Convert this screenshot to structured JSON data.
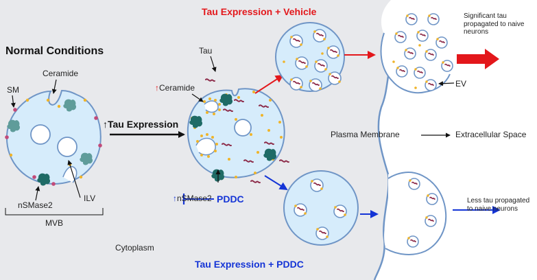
{
  "labels": {
    "normal_conditions": "Normal Conditions",
    "sm": "SM",
    "ceramide": "Ceramide",
    "nsmase2": "nSMase2",
    "ilv": "ILV",
    "mvb": "MVB",
    "tau_expression": "Tau Expression",
    "tau": "Tau",
    "ceramide_up": "Ceramide",
    "nsmase2_up": "nSMase2",
    "pddc_inhibitor": "PDDC",
    "cytoplasm": "Cytoplasm",
    "tau_vehicle_title": "Tau Expression + Vehicle",
    "tau_pddc_title": "Tau Expression + PDDC",
    "plasma_membrane": "Plasma Membrane",
    "extracellular_space": "Extracellular Space",
    "ev": "EV",
    "significant_tau": "Significant tau propagated to naive neurons",
    "less_tau": "Less tau propagated to naive neurons",
    "up_arrow": "↑"
  },
  "colors": {
    "cytoplasm": "#e8e9ec",
    "mvb_fill": "#d6ecfb",
    "membrane": "#6f95c6",
    "enzyme": "#1f6b66",
    "enzyme_light": "#5f9c9a",
    "tau_protein": "#8c2a48",
    "sm_marker": "#c24a78",
    "ceramide_marker": "#f0b429",
    "vehicle_arrow": "#e3171b",
    "pddc_arrow": "#1434d6"
  }
}
